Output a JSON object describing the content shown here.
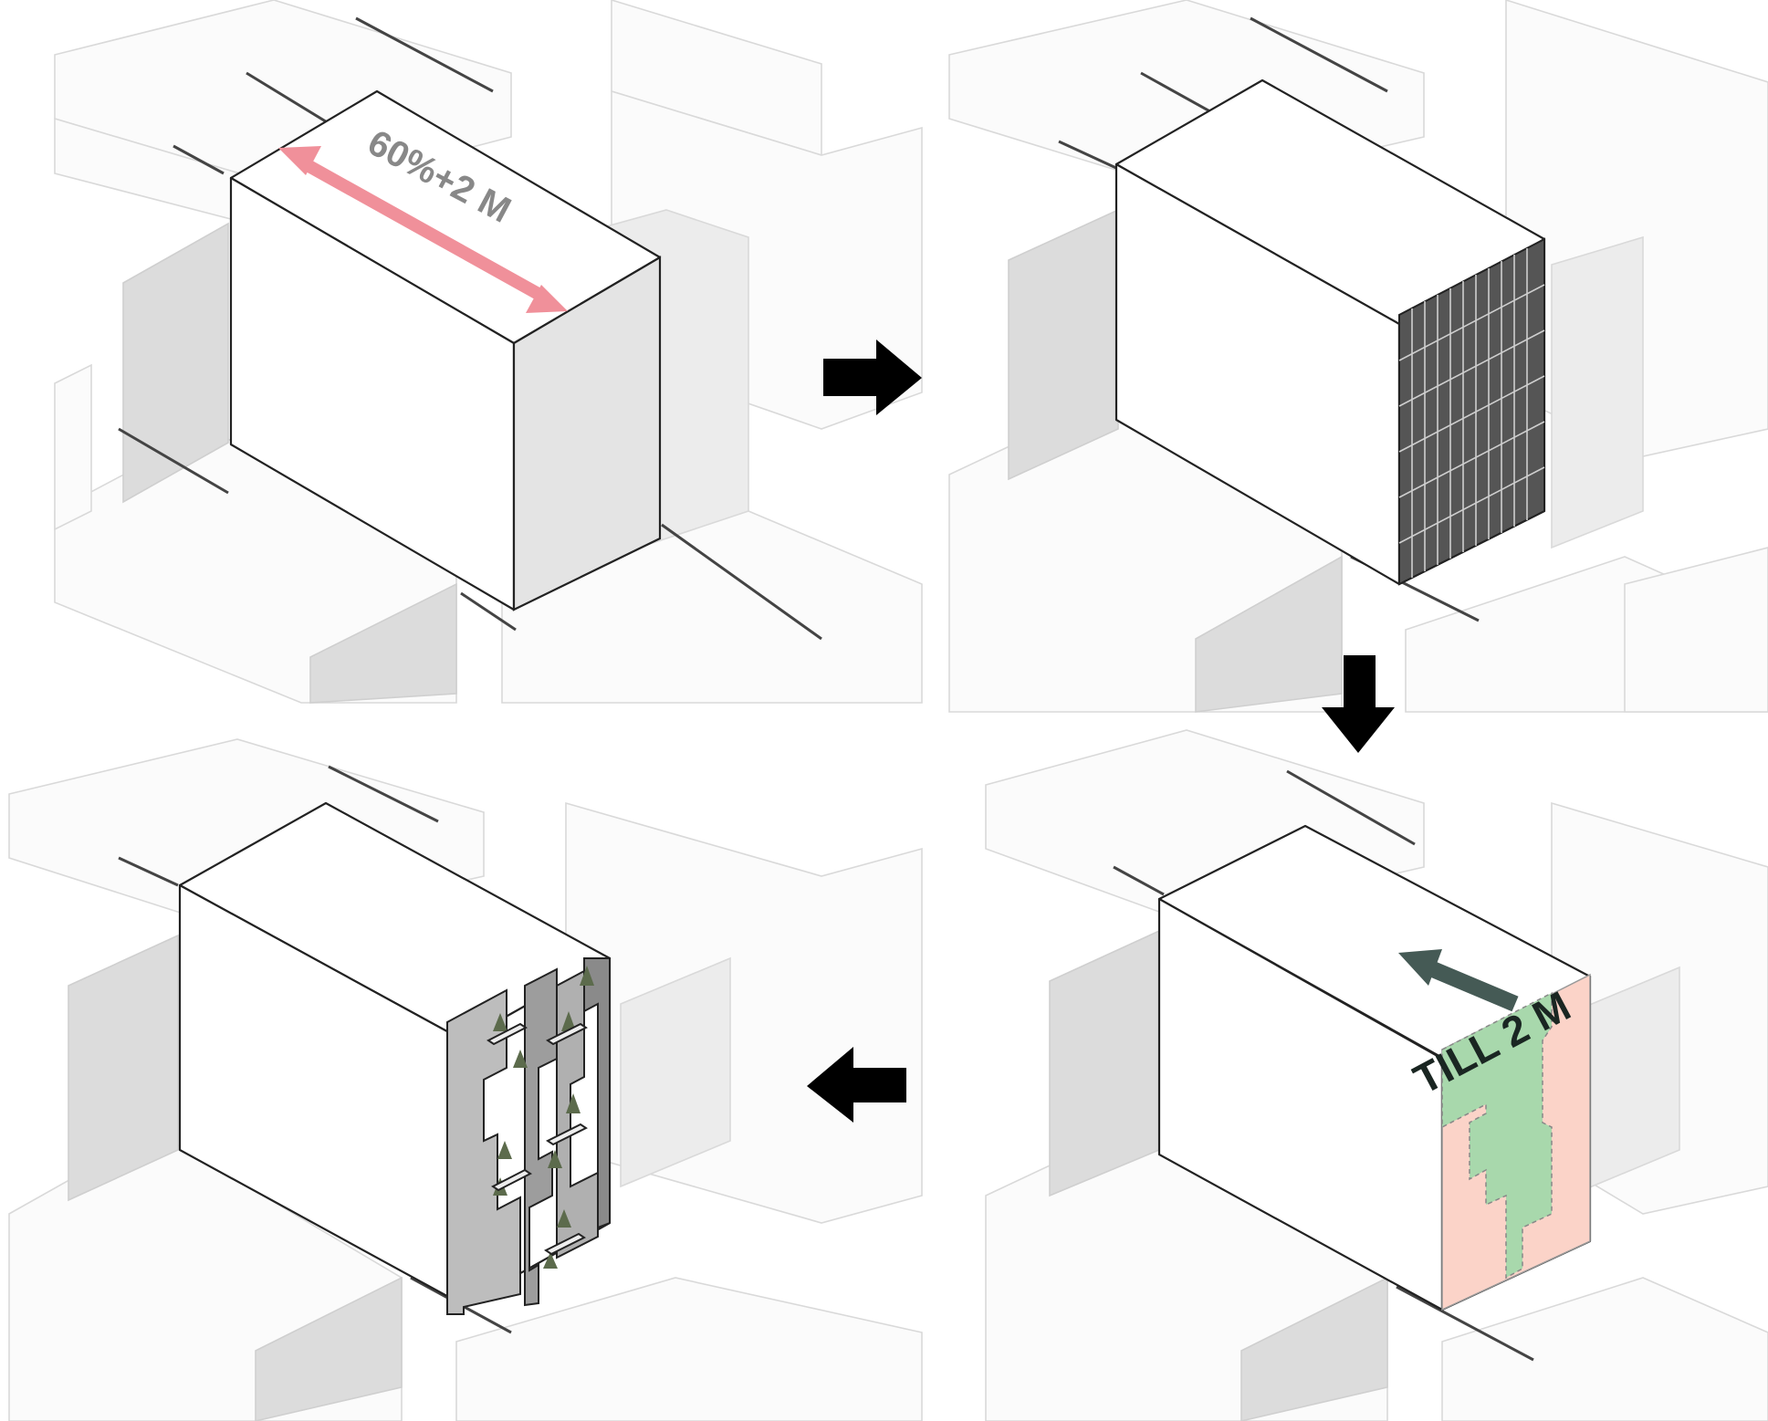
{
  "panels": [
    {
      "id": "step-1-massing",
      "annotation": "60%+2 M",
      "accent": "#f0909a"
    },
    {
      "id": "step-2-facade-grid",
      "annotation": "",
      "accent": "#444444"
    },
    {
      "id": "step-3-setback",
      "annotation": "TILL 2 M",
      "accent": "#455a55",
      "zone_colors": {
        "setback": "#a8d8ac",
        "remaining": "#fbd3c8"
      }
    },
    {
      "id": "step-4-terraces",
      "annotation": "",
      "accent": "#999999"
    }
  ],
  "flow_arrows": [
    {
      "from": "step-1-massing",
      "to": "step-2-facade-grid",
      "direction": "right"
    },
    {
      "from": "step-2-facade-grid",
      "to": "step-3-setback",
      "direction": "down"
    },
    {
      "from": "step-3-setback",
      "to": "step-4-terraces",
      "direction": "left"
    }
  ]
}
